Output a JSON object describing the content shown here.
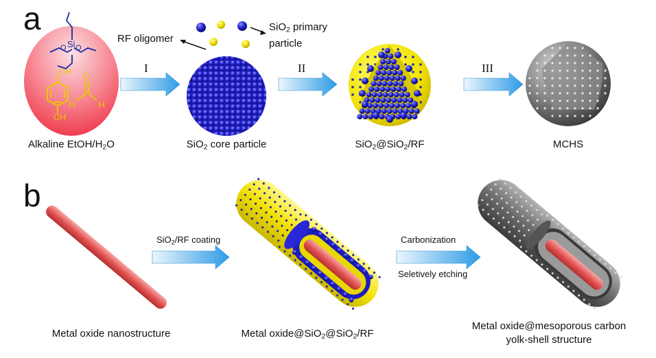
{
  "panels": {
    "a": "a",
    "b": "b"
  },
  "panel_a": {
    "reactant_label": "Alkaline EtOH/H",
    "reactant_label_sub": "2",
    "reactant_label_end": "O",
    "molecule_atoms": {
      "si": "Si",
      "o": "O",
      "oh": "OH",
      "h": "H"
    },
    "rf_oligomer": "RF oligomer",
    "sio2_primary_1": "SiO",
    "sio2_primary_sub": "2",
    "sio2_primary_2": " primary",
    "sio2_primary_3": "particle",
    "core_label_1": "SiO",
    "core_label_sub": "2",
    "core_label_2": " core particle",
    "coated_label_1": "SiO",
    "coated_label_sub1": "2",
    "coated_label_2": "@SiO",
    "coated_label_sub2": "2",
    "coated_label_3": "/RF",
    "mchs_label": "MCHS",
    "steps": [
      "I",
      "II",
      "III"
    ]
  },
  "panel_b": {
    "nano_label": "Metal oxide nanostructure",
    "coating_label_1": "SiO",
    "coating_label_sub": "2",
    "coating_label_2": "/RF coating",
    "coated_rod_1": "Metal oxide@SiO",
    "coated_rod_sub1": "2",
    "coated_rod_2": "@SiO",
    "coated_rod_sub2": "2",
    "coated_rod_3": "/RF",
    "carbonization": "Carbonization",
    "etching": "Seletively etching",
    "yolk_shell_1": "Metal oxide@mesoporous carbon",
    "yolk_shell_2": "yolk-shell structure"
  },
  "colors": {
    "silica": "#2222cc",
    "rf": "#f2e400",
    "rod": "#e85858",
    "carbon": "#707070",
    "arrow": "#3fa6e8",
    "bubble": "#f24a5a"
  }
}
